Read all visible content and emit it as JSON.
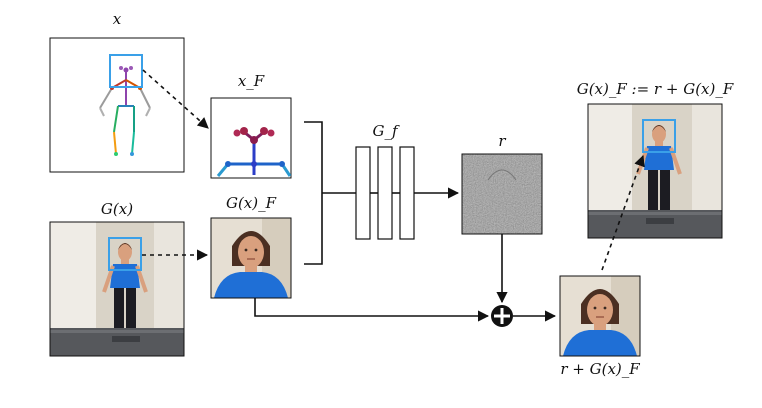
{
  "labels": {
    "x": "x",
    "x_F": "x_F",
    "G_x": "G(x)",
    "G_x_F": "G(x)_F",
    "G_f": "G_f",
    "r": "r",
    "output_title": "G(x)_F := r + G(x)_F",
    "sum_label": "r + G(x)_F"
  },
  "colors": {
    "arrow": "#111111",
    "crop_box": "#3aa0e8",
    "wall": "#e8e4dc",
    "door": "#d8d2c5",
    "floor": "#5a5c60",
    "shirt": "#1f6fd6",
    "skin": "#d9a07e",
    "hair": "#4b2f22",
    "residual_gray": "#8a8a8a"
  },
  "icons": [
    "pose-skeleton-icon",
    "face-pose-icon",
    "person-photo",
    "face-photo",
    "residual-map",
    "sum-circle-icon"
  ]
}
